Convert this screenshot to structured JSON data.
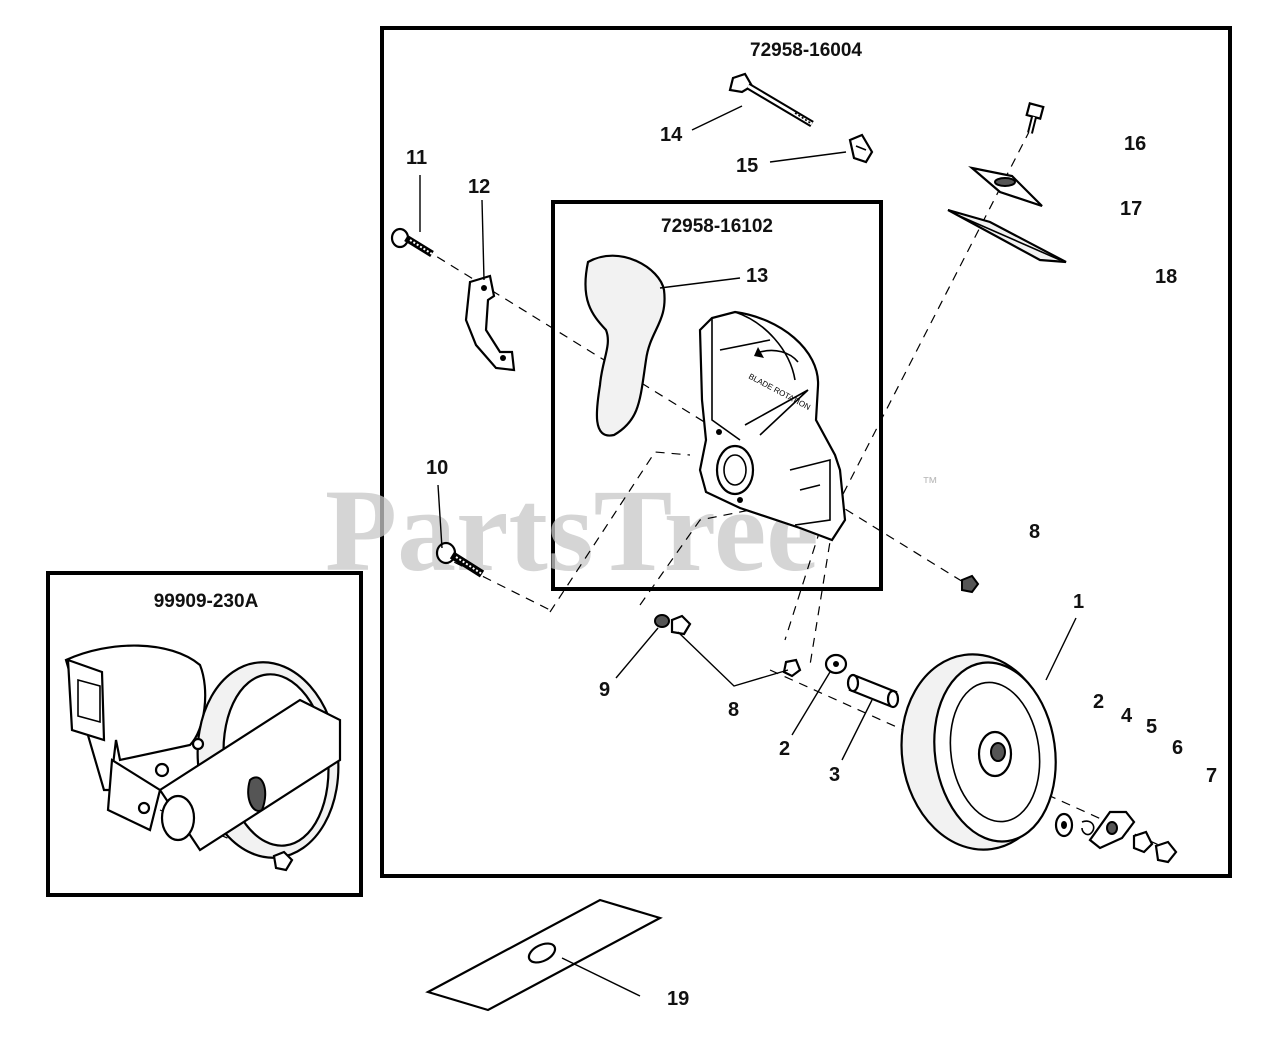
{
  "kits": {
    "main": "72958-16004",
    "inner": "72958-16102",
    "side": "99909-230A"
  },
  "callouts": {
    "c1": "1",
    "c2a": "2",
    "c2b": "2",
    "c3": "3",
    "c4": "4",
    "c5": "5",
    "c6": "6",
    "c7": "7",
    "c8a": "8",
    "c8b": "8",
    "c9": "9",
    "c10": "10",
    "c11": "11",
    "c12": "12",
    "c13": "13",
    "c14": "14",
    "c15": "15",
    "c16": "16",
    "c17": "17",
    "c18": "18",
    "c19": "19"
  },
  "watermark": {
    "text": "PartsTree",
    "tm": "™"
  },
  "guard_text": "BLADE ROTATION"
}
